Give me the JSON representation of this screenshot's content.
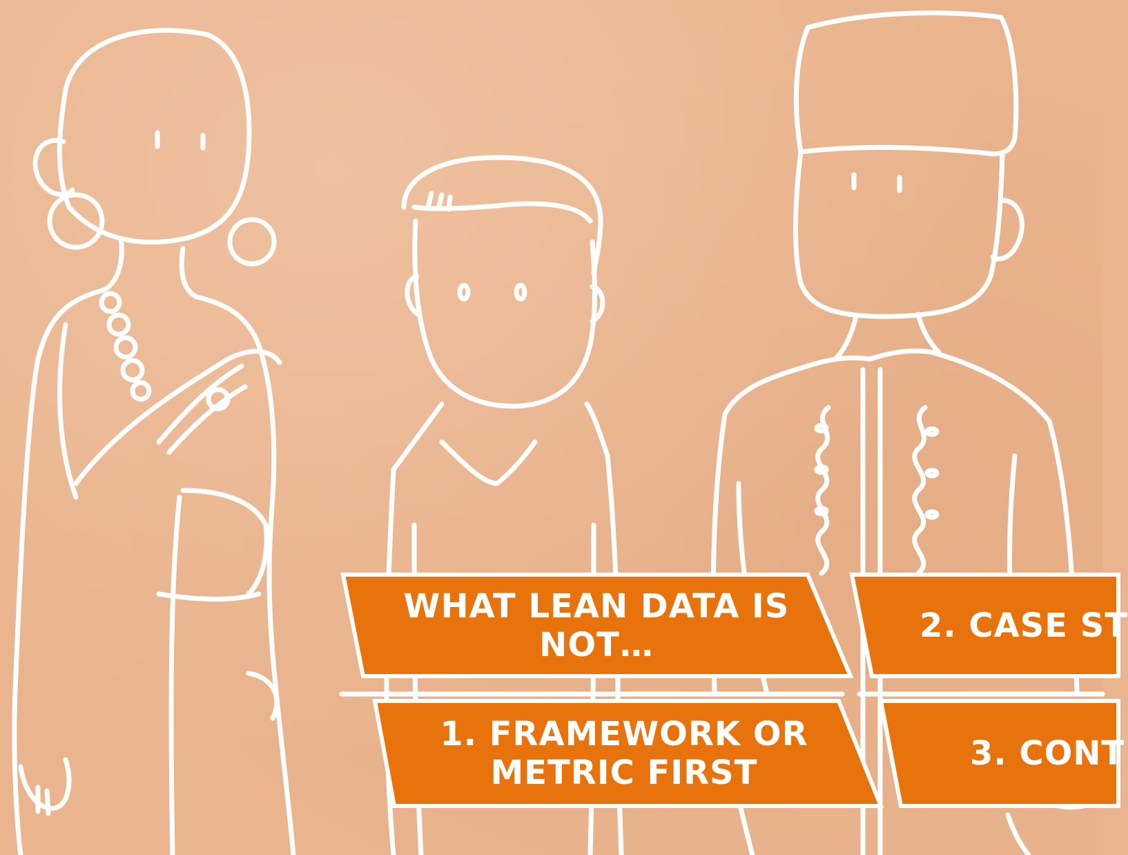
{
  "colors": {
    "background": "#e9b48e",
    "line": "#ffffff",
    "banner": "#e8720c",
    "banner_border": "#ffffff",
    "text": "#ffffff"
  },
  "banners": {
    "heading": {
      "line1": "WHAT LEAN DATA IS",
      "line2": "NOT…"
    },
    "item1": {
      "line1": "1. FRAMEWORK OR",
      "line2": "METRIC FIRST"
    },
    "item2": {
      "line1": "2. CASE ST"
    },
    "item3": {
      "line1": "3. CONT"
    }
  }
}
